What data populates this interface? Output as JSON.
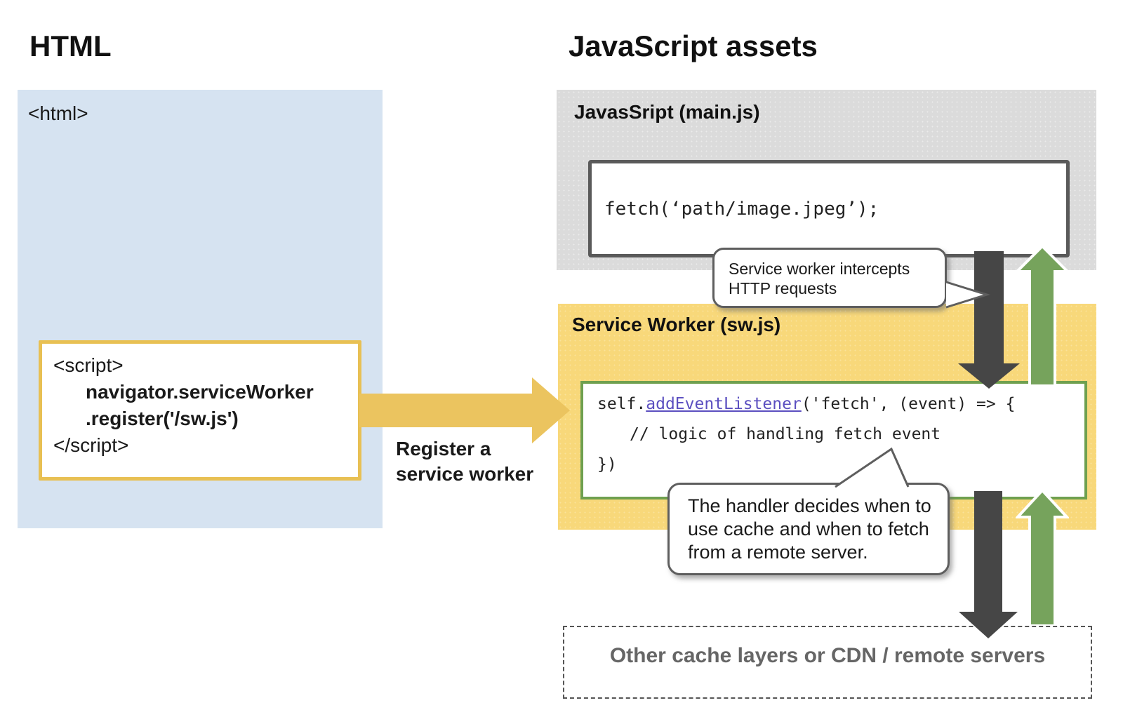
{
  "headings": {
    "left": "HTML",
    "right": "JavaScript assets"
  },
  "html_panel": {
    "tag": "<html>",
    "script_code": [
      "<script>",
      "navigator.serviceWorker",
      ".register('/sw.js')",
      "</script>"
    ]
  },
  "register_arrow": {
    "label": [
      "Register a",
      "service worker"
    ]
  },
  "mainjs_panel": {
    "title": "JavasSript (main.js)",
    "code": "fetch(‘path/image.jpeg’);"
  },
  "sw_panel": {
    "title": "Service Worker (sw.js)",
    "code_line1": {
      "pre": "self.",
      "fn": "addEventListener",
      "post": "('fetch', (event) => {"
    },
    "code_line2": "// logic of handling fetch event",
    "code_line3": "})"
  },
  "bubbles": {
    "intercept": [
      "Service worker intercepts",
      "HTTP requests"
    ],
    "handler": [
      "The handler decides when to",
      "use cache and when to fetch",
      "from a remote server."
    ]
  },
  "cache_box": {
    "label": "Other cache layers or CDN / remote servers"
  },
  "colors": {
    "html_panel_bg": "#D6E3F1",
    "mainjs_panel_bg": "#DBDBDB",
    "sw_panel_bg": "#F8D87A",
    "register_arrow": "#EBC45F",
    "script_box_border": "#E8C053",
    "fetch_box_border": "#5A5A5A",
    "sw_box_border": "#6FA04F",
    "request_arrow": "#464646",
    "response_arrow": "#76A35C",
    "function_name": "#5B4FC0",
    "cache_box_text": "#666666"
  }
}
